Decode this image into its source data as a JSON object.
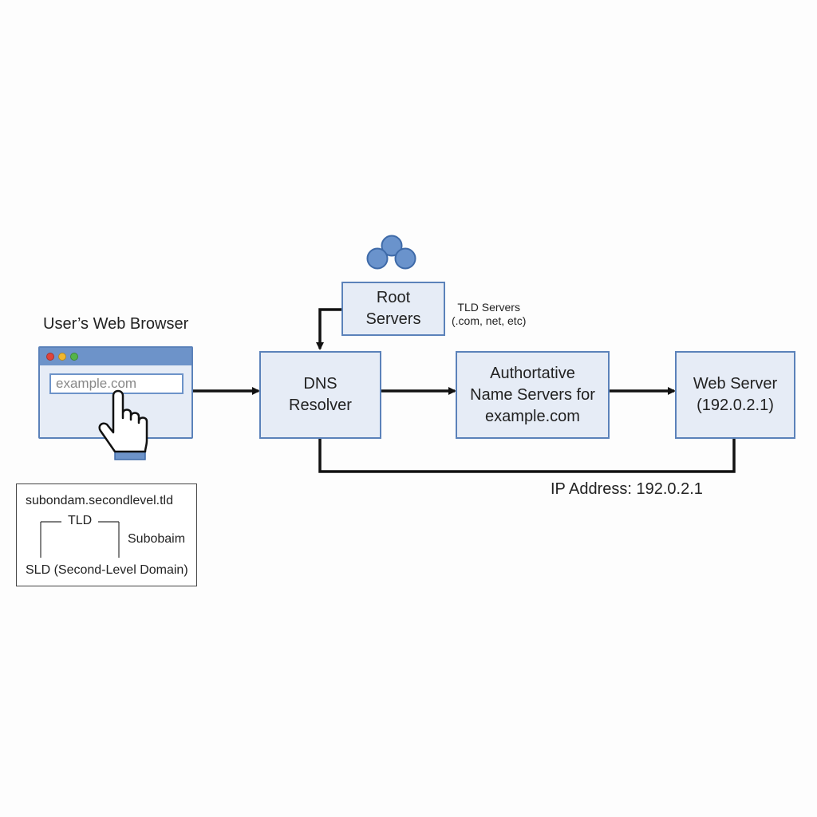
{
  "browser": {
    "title": "User’s Web Browser",
    "address_value": "example.com",
    "dot_colors": [
      "#e0443c",
      "#f0b72f",
      "#54b548"
    ]
  },
  "nodes": {
    "root": "Root\nServers",
    "resolver": "DNS\nResolver",
    "authoritative": "Authortative\nName Servers for\nexample.com",
    "web_server": "Web Server\n(192.0.2.1)"
  },
  "tld": {
    "line1": "TLD Servers",
    "line2": "(.com, net, etc)"
  },
  "ip_label": "IP Address: 192.0.2.1",
  "domain_legend": {
    "full_domain": "subondam.secondlevel.tld",
    "tld_label": "TLD",
    "subdomain_label": "Subobaim",
    "sld_label": "SLD (Second-Level Domain)"
  },
  "colors": {
    "box_fill": "#e6ecf6",
    "box_border": "#5b82ba",
    "circle_fill": "#6a93cc",
    "arrow": "#111111"
  },
  "icons": [
    "server-cluster-icon",
    "pointing-hand-icon"
  ]
}
